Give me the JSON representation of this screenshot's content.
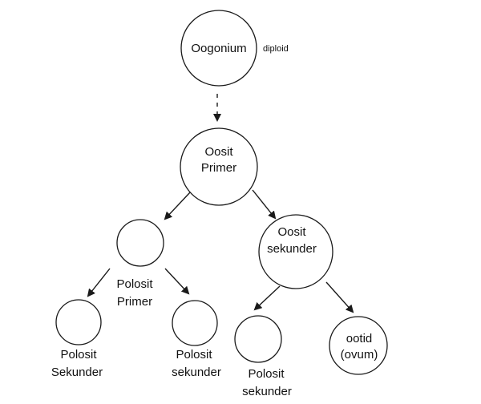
{
  "diagram": {
    "nodes": {
      "oogonium": {
        "lines": [
          "Oogonium"
        ],
        "note": "diploid"
      },
      "primary_oocyte": {
        "lines": [
          "Oosit",
          "Primer"
        ]
      },
      "primary_polar_body": {
        "lines": [],
        "caption": [
          "Polosit",
          "Primer"
        ]
      },
      "secondary_oocyte": {
        "lines": [
          "Oosit",
          "sekunder"
        ]
      },
      "polar_body_a": {
        "lines": [],
        "caption": [
          "Polosit",
          "Sekunder"
        ]
      },
      "polar_body_b": {
        "lines": [],
        "caption": [
          "Polosit",
          "sekunder"
        ]
      },
      "polar_body_c": {
        "lines": [],
        "caption": [
          "Polosit",
          "sekunder"
        ]
      },
      "ootid": {
        "lines": [
          "ootid",
          "(ovum)"
        ]
      }
    }
  }
}
